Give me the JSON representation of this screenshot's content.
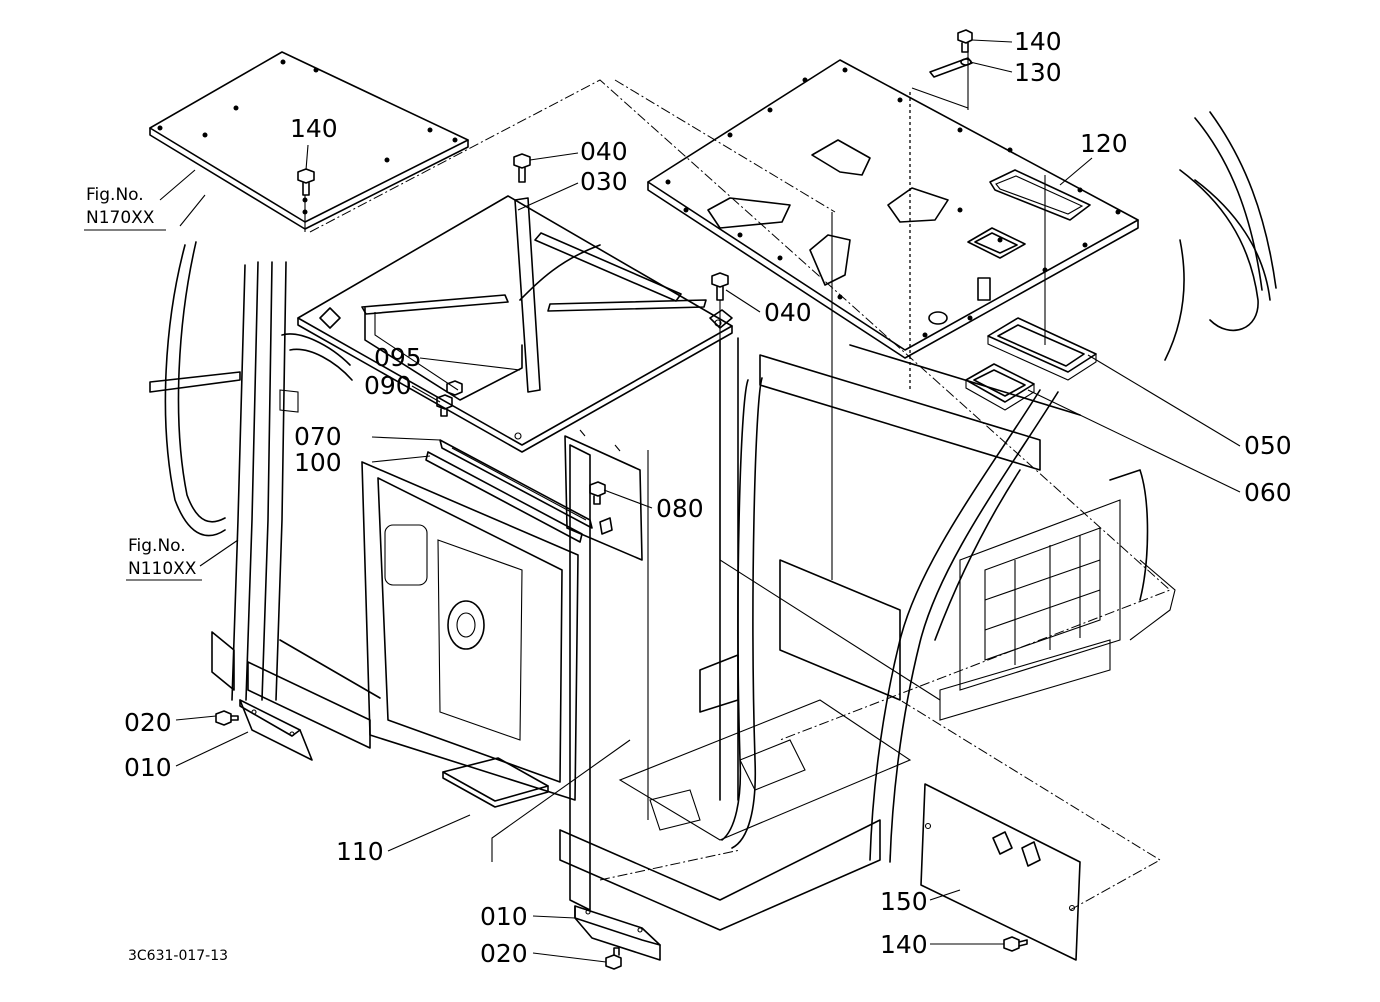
{
  "callouts": {
    "c140a": "140",
    "c130": "130",
    "c120": "120",
    "c140b": "140",
    "c040a": "040",
    "c030": "030",
    "c040b": "040",
    "c095": "095",
    "c090": "090",
    "c070": "070",
    "c100": "100",
    "c080": "080",
    "c050": "050",
    "c060": "060",
    "c020a": "020",
    "c010a": "010",
    "c110": "110",
    "c010b": "010",
    "c020b": "020",
    "c150": "150",
    "c140c": "140"
  },
  "figure_refs": {
    "ref_top_label": "Fig.No.",
    "ref_top_code": "N170XX",
    "ref_left_label": "Fig.No.",
    "ref_left_code": "N110XX"
  },
  "drawing_code": "3C631-017-13"
}
